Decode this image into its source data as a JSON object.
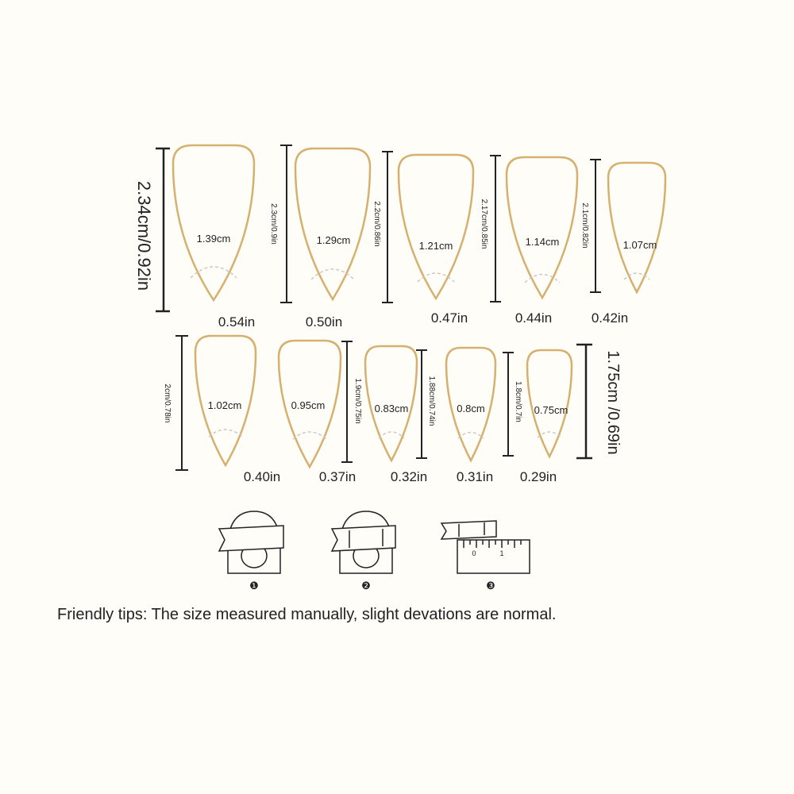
{
  "colors": {
    "background": "#fefdf8",
    "nail_outline": "#d6b06e",
    "nail_inner": "#c9c9c9",
    "ink": "#222222"
  },
  "top_row": {
    "height_label": "2.34cm/0.92in",
    "nails": [
      {
        "width_cm": "1.39cm",
        "height_label": "",
        "width_in": "0.54in"
      },
      {
        "width_cm": "1.29cm",
        "height_label": "2.3cm/0.9in",
        "width_in": "0.50in"
      },
      {
        "width_cm": "1.21cm",
        "height_label": "2.2cm/0.86in",
        "width_in": "0.47in"
      },
      {
        "width_cm": "1.14cm",
        "height_label": "2.17cm/0.85in",
        "width_in": "0.44in"
      },
      {
        "width_cm": "1.07cm",
        "height_label": "2.1cm/0.82in",
        "width_in": "0.42in"
      }
    ]
  },
  "bottom_row": {
    "height_label": "1.75cm /0.69in",
    "nails": [
      {
        "width_cm": "1.02cm",
        "height_label": "2cm/0.78in",
        "width_in": "0.40in"
      },
      {
        "width_cm": "0.95cm",
        "height_label": "1.9cm/0.75in",
        "width_in": "0.37in"
      },
      {
        "width_cm": "0.83cm",
        "height_label": "1.88cm/0.74in",
        "width_in": "0.32in"
      },
      {
        "width_cm": "0.8cm",
        "height_label": "1.8cm/0.7in",
        "width_in": "0.31in"
      },
      {
        "width_cm": "0.75cm",
        "height_label": "",
        "width_in": "0.29in"
      }
    ]
  },
  "steps": [
    {
      "number": "❶",
      "icon": "nail-tape-wrap-icon"
    },
    {
      "number": "❷",
      "icon": "nail-tape-mark-icon"
    },
    {
      "number": "❸",
      "icon": "tape-ruler-measure-icon"
    }
  ],
  "ruler_digits": [
    "0",
    "1"
  ],
  "tip": "Friendly tips: The size measured manually, slight devations are normal."
}
